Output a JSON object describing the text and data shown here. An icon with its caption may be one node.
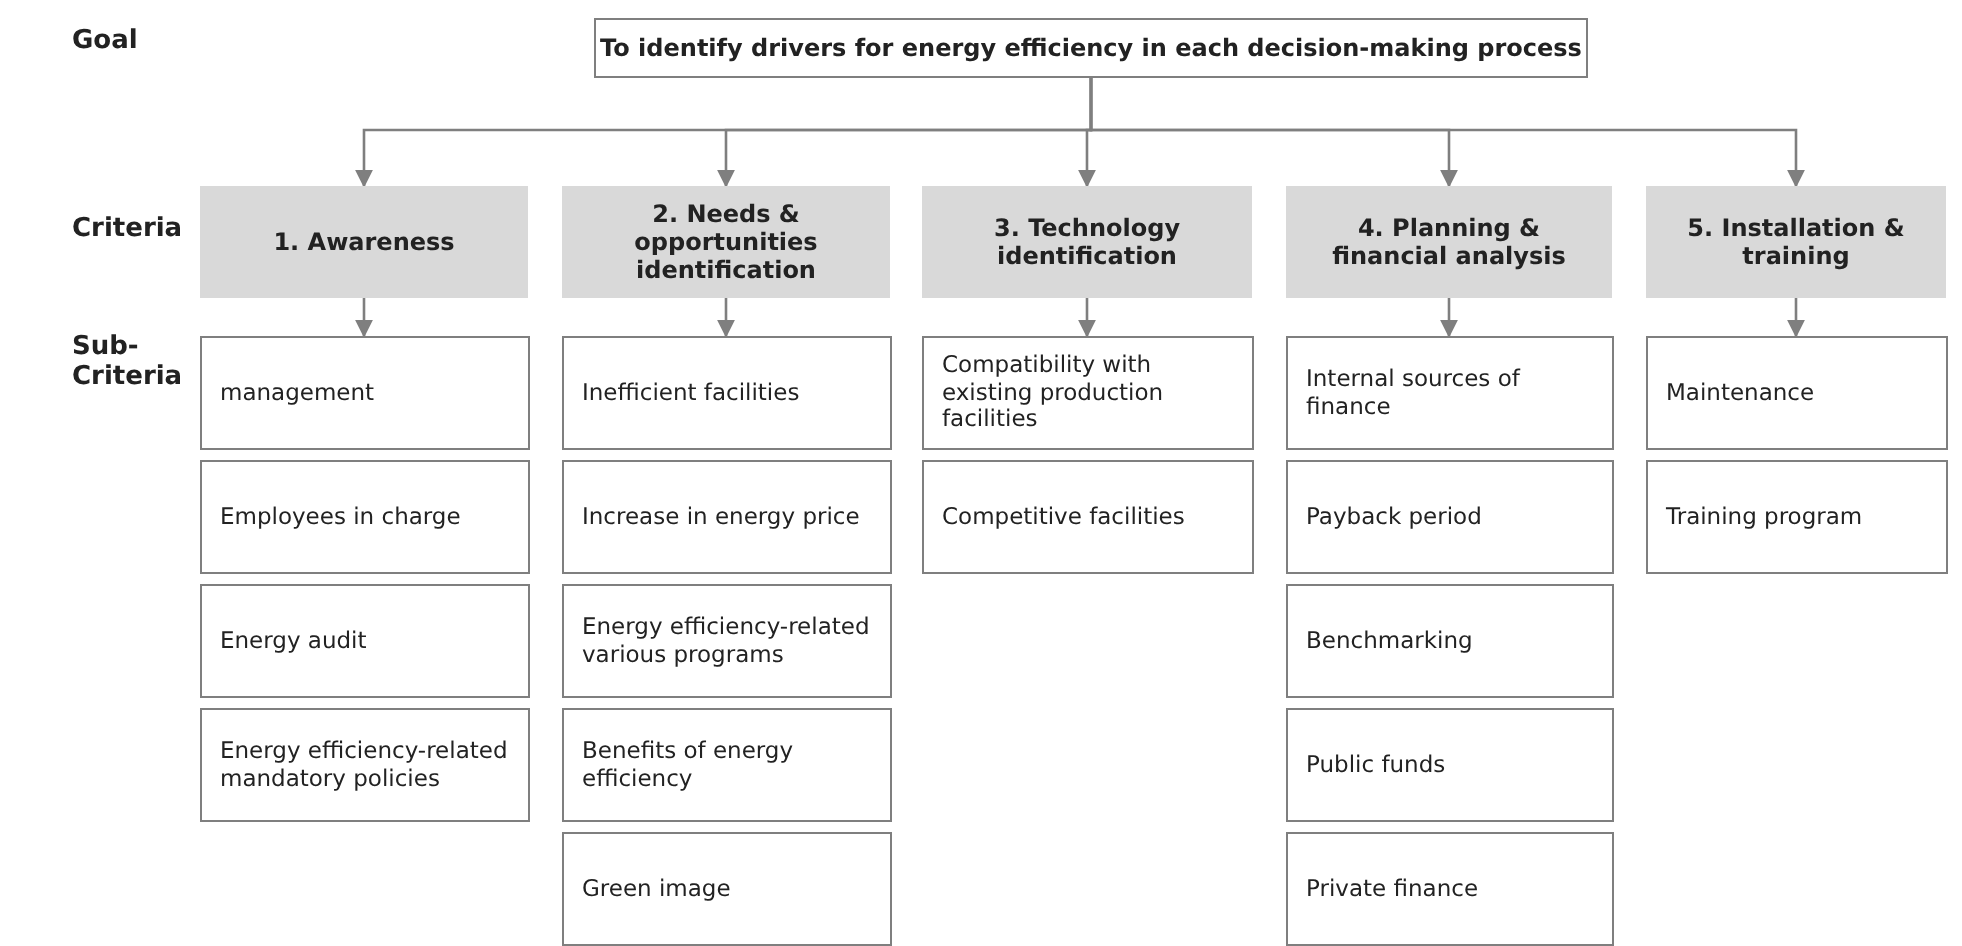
{
  "diagram": {
    "nodes": [
      {
        "text": [
          "To identify drivers for energy efficiency in each decision-making process"
        ]
      },
      {
        "text": [
          "1. Awareness"
        ]
      },
      {
        "text": [
          "2. Needs & opportunities identification"
        ]
      },
      {
        "text": [
          "3. Technology identification"
        ]
      },
      {
        "text": [
          "4. Planning & financial analysis"
        ]
      },
      {
        "text": [
          "5. Installation & training"
        ]
      },
      {
        "text": [
          "management"
        ]
      },
      {
        "text": [
          "Employees in charge"
        ]
      },
      {
        "text": [
          "Energy audit"
        ]
      },
      {
        "text": [
          "Energy efficiency-related mandatory policies"
        ]
      },
      {
        "text": [
          "Inefficient facilities"
        ]
      },
      {
        "text": [
          "Increase in energy price"
        ]
      },
      {
        "text": [
          "Energy efficiency-related various programs"
        ]
      },
      {
        "text": [
          "Benefits of energy efficiency"
        ]
      },
      {
        "text": [
          "Green image"
        ]
      },
      {
        "text": [
          "Compatibility with existing production facilities"
        ]
      },
      {
        "text": [
          "Competitive  facilities"
        ]
      },
      {
        "text": [
          "Internal sources of finance"
        ]
      },
      {
        "text": [
          "Payback period"
        ]
      },
      {
        "text": [
          "Benchmarking"
        ]
      },
      {
        "text": [
          "Public funds"
        ]
      },
      {
        "text": [
          "Private finance"
        ]
      },
      {
        "text": [
          "Maintenance"
        ]
      },
      {
        "text": [
          "Training program"
        ]
      }
    ],
    "edges": [
      {
        "from": 0,
        "to": 1,
        "arrow": "to"
      },
      {
        "from": 0,
        "to": 2,
        "arrow": "to"
      },
      {
        "from": 0,
        "to": 3,
        "arrow": "to"
      },
      {
        "from": 0,
        "to": 4,
        "arrow": "to"
      },
      {
        "from": 0,
        "to": 5,
        "arrow": "to"
      },
      {
        "from": 1,
        "to": 6,
        "arrow": "to"
      },
      {
        "from": 2,
        "to": 10,
        "arrow": "to"
      },
      {
        "from": 3,
        "to": 15,
        "arrow": "to"
      },
      {
        "from": 4,
        "to": 17,
        "arrow": "to"
      },
      {
        "from": 5,
        "to": 22,
        "arrow": "to"
      }
    ],
    "labels": [
      "Goal",
      "Criteria",
      "Sub-Criteria"
    ]
  }
}
